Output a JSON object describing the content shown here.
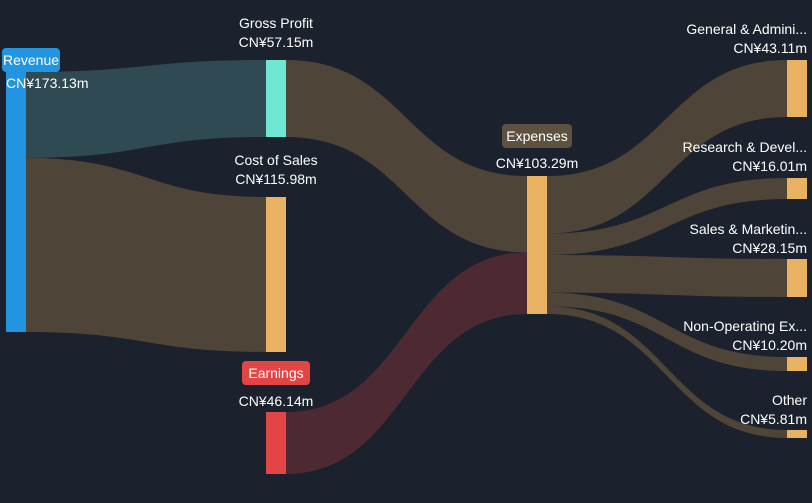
{
  "chart_data": {
    "type": "sankey",
    "currency": "CN¥",
    "colors": {
      "background": "#1b222d",
      "revenue": "#2394df",
      "gross_profit": "#6ee7d5",
      "cost": "#e9b162",
      "earnings": "#e34545",
      "link_default": "#4e4538",
      "link_revenue_gp": "#2f4a52",
      "link_earnings": "#4d2a31",
      "expenses_pill": "#5f5140"
    },
    "nodes": [
      {
        "id": "revenue",
        "name": "Revenue",
        "value_label": "CN¥173.13m",
        "value": 173.13,
        "color_key": "revenue",
        "pill": true
      },
      {
        "id": "gross_profit",
        "name": "Gross Profit",
        "value_label": "CN¥57.15m",
        "value": 57.15,
        "color_key": "gross_profit",
        "pill": false
      },
      {
        "id": "cost_of_sales",
        "name": "Cost of Sales",
        "value_label": "CN¥115.98m",
        "value": 115.98,
        "color_key": "cost",
        "pill": false
      },
      {
        "id": "earnings",
        "name": "Earnings",
        "value_label": "CN¥46.14m",
        "value": 46.14,
        "color_key": "earnings",
        "pill": true
      },
      {
        "id": "expenses",
        "name": "Expenses",
        "value_label": "CN¥103.29m",
        "value": 103.29,
        "color_key": "cost",
        "pill": true
      },
      {
        "id": "ga",
        "name": "General & Admini...",
        "value_label": "CN¥43.11m",
        "value": 43.11,
        "color_key": "cost",
        "pill": false
      },
      {
        "id": "rd",
        "name": "Research & Devel...",
        "value_label": "CN¥16.01m",
        "value": 16.01,
        "color_key": "cost",
        "pill": false
      },
      {
        "id": "sm",
        "name": "Sales & Marketin...",
        "value_label": "CN¥28.15m",
        "value": 28.15,
        "color_key": "cost",
        "pill": false
      },
      {
        "id": "nonop",
        "name": "Non-Operating Ex...",
        "value_label": "CN¥10.20m",
        "value": 10.2,
        "color_key": "cost",
        "pill": false
      },
      {
        "id": "other",
        "name": "Other",
        "value_label": "CN¥5.81m",
        "value": 5.81,
        "color_key": "cost",
        "pill": false
      }
    ],
    "links": [
      {
        "source": "revenue",
        "target": "gross_profit",
        "value": 57.15,
        "color_key": "link_revenue_gp"
      },
      {
        "source": "revenue",
        "target": "cost_of_sales",
        "value": 115.98,
        "color_key": "link_default"
      },
      {
        "source": "gross_profit",
        "target": "expenses",
        "value": 57.15,
        "color_key": "link_default"
      },
      {
        "source": "earnings",
        "target": "expenses",
        "value": 46.14,
        "color_key": "link_earnings"
      },
      {
        "source": "expenses",
        "target": "ga",
        "value": 43.11,
        "color_key": "link_default"
      },
      {
        "source": "expenses",
        "target": "rd",
        "value": 16.01,
        "color_key": "link_default"
      },
      {
        "source": "expenses",
        "target": "sm",
        "value": 28.15,
        "color_key": "link_default"
      },
      {
        "source": "expenses",
        "target": "nonop",
        "value": 10.2,
        "color_key": "link_default"
      },
      {
        "source": "expenses",
        "target": "other",
        "value": 5.81,
        "color_key": "link_default"
      }
    ]
  }
}
